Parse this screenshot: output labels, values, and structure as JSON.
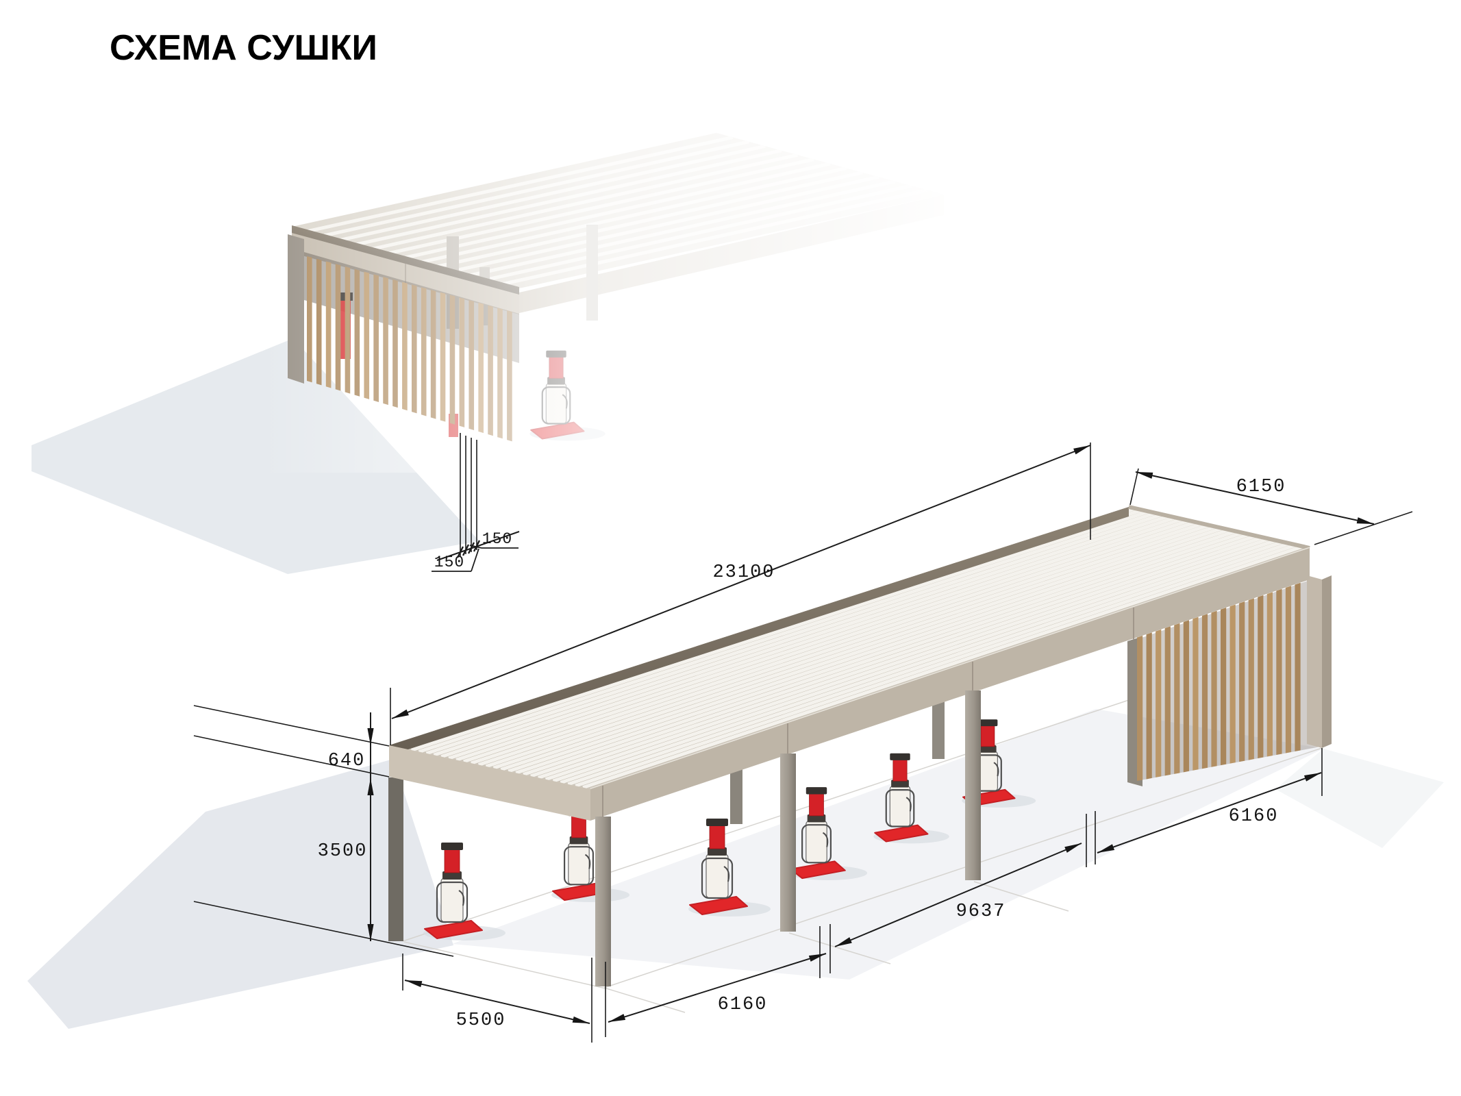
{
  "page": {
    "title": "СХЕМА СУШКИ"
  },
  "views": {
    "detail": {
      "description": "corner-closeup-of-drying-canopy-with-slat-screen",
      "dim_slat": "150",
      "dim_gap": "150"
    },
    "main": {
      "description": "isometric-drying-canopy-with-heaters",
      "dim_length": "23100",
      "dim_width": "6150",
      "dim_beam": "640",
      "dim_height": "3500",
      "dim_bay1": "5500",
      "dim_bay2": "6160",
      "dim_span": "9637",
      "dim_end": "6160",
      "equipment": {
        "name": "mobile-heater-unit",
        "count": 6
      }
    }
  },
  "colors": {
    "accent_red": "#d92328",
    "wood": "#b18e63",
    "fascia": "#beb5a7",
    "roof_base": "#cbc4b8",
    "roof_rib": "#f4f2ed",
    "dark_rim": "#6e6559",
    "shadow": "#e2e6eb",
    "line": "#1c1c1c"
  }
}
